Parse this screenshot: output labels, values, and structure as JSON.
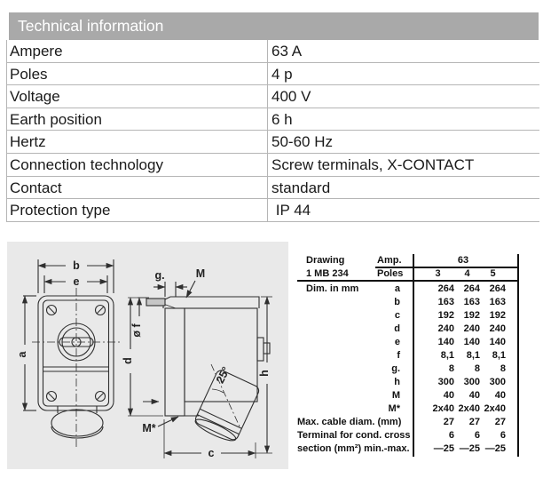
{
  "header": {
    "title": "Technical information"
  },
  "specs": {
    "rows": [
      {
        "label": "Ampere",
        "value": "63 A"
      },
      {
        "label": "Poles",
        "value": "4 p"
      },
      {
        "label": "Voltage",
        "value": "400 V"
      },
      {
        "label": "Earth position",
        "value": "6 h"
      },
      {
        "label": "Hertz",
        "value": "50-60 Hz"
      },
      {
        "label": "Connection technology",
        "value": "Screw terminals, X-CONTACT"
      },
      {
        "label": "Contact",
        "value": "standard"
      },
      {
        "label": "Protection type",
        "value": " IP 44"
      }
    ]
  },
  "drawing": {
    "labels": {
      "b": "b",
      "e": "e",
      "a": "a",
      "g": "g.",
      "m": "M",
      "of": "ø f",
      "d": "d",
      "h": "h",
      "angle": "25°",
      "m_star": "M*",
      "c": "c"
    }
  },
  "dim_table": {
    "title_line1": "Drawing",
    "title_line2": "1 MB 234",
    "amp_label": "Amp.",
    "amp_value": "63",
    "poles_label": "Poles",
    "pole_columns": [
      "3",
      "4",
      "5"
    ],
    "dim_label": "Dim. in mm",
    "rows": [
      {
        "label": "a",
        "values": [
          "264",
          "264",
          "264"
        ]
      },
      {
        "label": "b",
        "values": [
          "163",
          "163",
          "163"
        ]
      },
      {
        "label": "c",
        "values": [
          "192",
          "192",
          "192"
        ]
      },
      {
        "label": "d",
        "values": [
          "240",
          "240",
          "240"
        ]
      },
      {
        "label": "e",
        "values": [
          "140",
          "140",
          "140"
        ]
      },
      {
        "label": "f",
        "values": [
          "8,1",
          "8,1",
          "8,1"
        ]
      },
      {
        "label": "g.",
        "values": [
          "8",
          "8",
          "8"
        ]
      },
      {
        "label": "h",
        "values": [
          "300",
          "300",
          "300"
        ]
      },
      {
        "label": "M",
        "values": [
          "40",
          "40",
          "40"
        ]
      },
      {
        "label": "M*",
        "values": [
          "2x40",
          "2x40",
          "2x40"
        ]
      }
    ],
    "extra": [
      {
        "label": "Max. cable diam. (mm)",
        "values": [
          "27",
          "27",
          "27"
        ]
      },
      {
        "label": "Terminal for cond. cross",
        "values": [
          "6",
          "6",
          "6"
        ]
      },
      {
        "label": "section (mm²) min.-max.",
        "values": [
          "—25",
          "—25",
          "—25"
        ]
      }
    ]
  },
  "colors": {
    "header_bar": "#a9a9a9",
    "header_text": "#ffffff",
    "table_border": "#b5b5b5",
    "panel_bg": "#e9e9e9",
    "drawing_stroke": "#2f2f2f",
    "text": "#1a1a1a"
  }
}
